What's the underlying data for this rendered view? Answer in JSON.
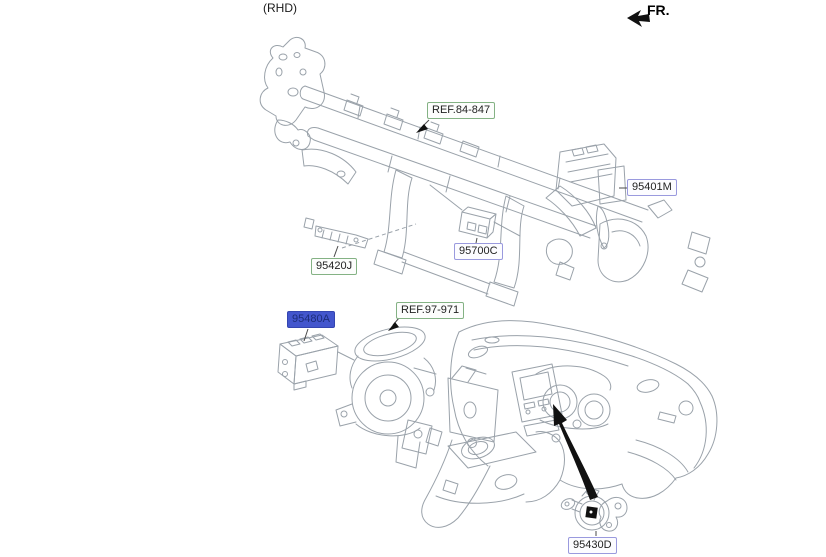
{
  "header": {
    "variant_note": "(RHD)",
    "direction_label": "FR."
  },
  "labels": {
    "crossmember_ref": {
      "text": "REF.84-847",
      "style": "reference-green"
    },
    "module_95401M": {
      "text": "95401M",
      "style": "part-blue"
    },
    "buzzer_95700C": {
      "text": "95700C",
      "style": "part-blue"
    },
    "bracket_95420J": {
      "text": "95420J",
      "style": "reference-green"
    },
    "heater_ref": {
      "text": "REF.97-971",
      "style": "reference-green"
    },
    "module_95480A": {
      "text": "95480A",
      "style": "selected-highlight"
    },
    "sensor_95430D": {
      "text": "95430D",
      "style": "part-blue"
    }
  },
  "colors": {
    "reference_border": "#84b284",
    "part_border": "#9a9ade",
    "highlight_background": "#4356cd",
    "highlight_text": "#1d2d7a",
    "drawing_line": "#9aa2aa",
    "arrow_black": "#111111"
  }
}
